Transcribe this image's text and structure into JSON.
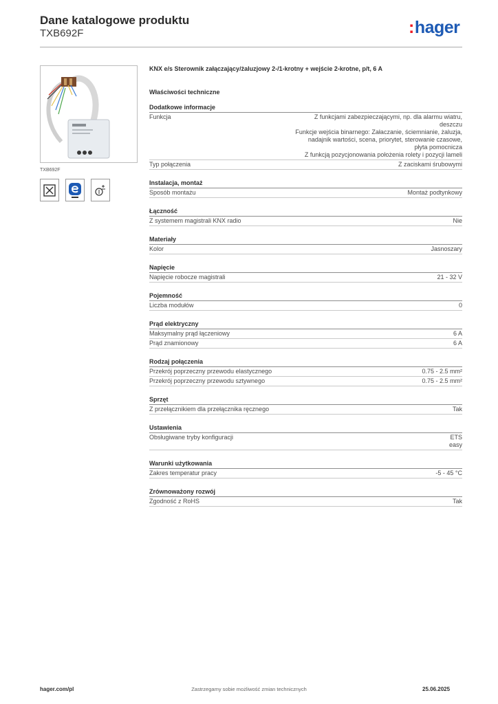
{
  "header": {
    "title": "Dane katalogowe produktu",
    "code": "TXB692F",
    "logo": "hager",
    "logo_accent": "#ee1c25",
    "logo_color": "#1d5ab4"
  },
  "product": {
    "image_icon": "knx-actuator-product-photo",
    "label": "TXB692F",
    "cert_icons": [
      "no-diy-tool-icon",
      "knx-easy-e-icon",
      "recycle-plug-icon"
    ]
  },
  "main": {
    "title": "KNX e/s Sterownik załączający/żaluzjowy 2-/1-krotny + wejście 2-krotne, p/t, 6 A",
    "section": "Właściwości techniczne",
    "groups": [
      {
        "heading": "Dodatkowe informacje",
        "rows": [
          {
            "label": "Funkcja",
            "value": [
              "Z funkcjami zabezpieczającymi, np. dla alarmu wiatru,",
              "deszczu",
              "Funkcje wejścia binarnego: Załaczanie, ściemnianie, żaluzja,",
              "nadajnik wartości, scena, priorytet, sterowanie czasowe,",
              "płyta pomocnicza",
              "Z funkcją pozycjonowania położenia rolety i pozycji lameli"
            ]
          },
          {
            "label": "Typ połączenia",
            "value": [
              "Z zaciskami śrubowymi"
            ]
          }
        ]
      },
      {
        "heading": "Instalacja, montaż",
        "rows": [
          {
            "label": "Sposób montażu",
            "value": [
              "Montaż podtynkowy"
            ]
          }
        ]
      },
      {
        "heading": "Łączność",
        "rows": [
          {
            "label": "Z systemem magistrali KNX radio",
            "value": [
              "Nie"
            ]
          }
        ]
      },
      {
        "heading": "Materiały",
        "rows": [
          {
            "label": "Kolor",
            "value": [
              "Jasnoszary"
            ]
          }
        ]
      },
      {
        "heading": "Napięcie",
        "rows": [
          {
            "label": "Napięcie robocze magistrali",
            "value": [
              "21 - 32 V"
            ]
          }
        ]
      },
      {
        "heading": "Pojemność",
        "rows": [
          {
            "label": "Liczba modułów",
            "value": [
              "0"
            ]
          }
        ]
      },
      {
        "heading": "Prąd elektryczny",
        "rows": [
          {
            "label": "Maksymalny prąd łączeniowy",
            "value": [
              "6 A"
            ]
          },
          {
            "label": "Prąd znamionowy",
            "value": [
              "6 A"
            ]
          }
        ]
      },
      {
        "heading": "Rodzaj połączenia",
        "rows": [
          {
            "label": "Przekrój poprzeczny przewodu elastycznego",
            "value": [
              "0.75 - 2.5 mm²"
            ]
          },
          {
            "label": "Przekrój poprzeczny przewodu sztywnego",
            "value": [
              "0.75 - 2.5 mm²"
            ]
          }
        ]
      },
      {
        "heading": "Sprzęt",
        "rows": [
          {
            "label": "Z przełącznikiem dla przełącznika ręcznego",
            "value": [
              "Tak"
            ]
          }
        ]
      },
      {
        "heading": "Ustawienia",
        "rows": [
          {
            "label": "Obsługiwane tryby konfiguracji",
            "value": [
              "ETS",
              "easy"
            ]
          }
        ]
      },
      {
        "heading": "Warunki użytkowania",
        "rows": [
          {
            "label": "Zakres temperatur pracy",
            "value": [
              "-5 - 45 °C"
            ]
          }
        ]
      },
      {
        "heading": "Zrównoważony rozwój",
        "rows": [
          {
            "label": "Zgodność z RoHS",
            "value": [
              "Tak"
            ]
          }
        ]
      }
    ]
  },
  "footer": {
    "website": "hager.com/pl",
    "notice": "Zastrzegamy sobie możliwość zmian technicznych",
    "date": "25.06.2025"
  }
}
